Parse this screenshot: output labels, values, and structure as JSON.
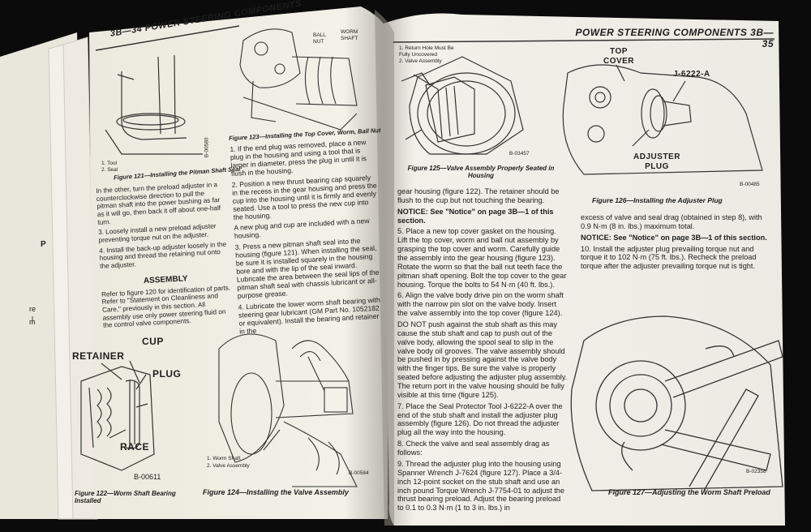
{
  "left_page": {
    "header": "3B—34 POWER STEERING COMPONENTS",
    "fig121_callouts": [
      "1. Tool",
      "2. Seal"
    ],
    "fig121_code": "B-00580",
    "fig121_caption": "Figure 121—Installing the Pitman Shaft Seal",
    "para_cont": "In the other, turn the preload adjuster in a counterclockwise direction to pull the pitman shaft into the power bushing as far as it will go, then back it off about one-half turn.",
    "step3": "3. Loosely install a new preload adjuster preventing torque nut on the adjuster.",
    "step4": "4. Install the back-up adjuster loosely in the housing and thread the retaining nut onto the adjuster.",
    "assembly_heading": "ASSEMBLY",
    "assembly_text": "Refer to figure 120 for identification of parts. Refer to \"Statement on Cleanliness and Care,\" previously in this section. All assembly use only power steering fluid on the control valve components.",
    "fig122_labels": {
      "retainer": "RETAINER",
      "cup": "CUP",
      "plug": "PLUG",
      "race": "RACE"
    },
    "fig122_code": "B-00611",
    "fig122_caption": "Figure 122—Worm Shaft Bearing Installed",
    "fig123_labels": {
      "ball": "BALL NUT",
      "worm": "WORM SHAFT"
    },
    "fig123_caption": "Figure 123—Installing the Top Cover, Worm, Ball Nut",
    "col2_step1": "1. If the end plug was removed, place a new plug in the housing and using a tool that is larger in diameter, press the plug in until it is flush in the housing.",
    "col2_step2": "2. Position a new thrust bearing cap squarely in the recess in the gear housing and press the cup into the housing until it is firmly and evenly seated. Use a tool to press the new cup into the housing.",
    "col2_step2b": "A new plug and cup are included with a new housing.",
    "col2_step3": "3. Press a new pitman shaft seal into the housing (figure 121). When installing the seal, be sure it is installed squarely in the housing bore and with the lip of the seal inward. Lubricate the area between the seal lips of the pitman shaft seal with chassis lubricant or all-purpose grease.",
    "col2_step4": "4. Lubricate the lower worm shaft bearing with steering gear lubricant (GM Part No. 1052182 or equivalent). Install the bearing and retainer in the",
    "fig124_callouts": [
      "1. Worm Shaft",
      "2. Valve Assembly"
    ],
    "fig124_code": "B-00584",
    "fig124_caption": "Figure 124—Installing the Valve Assembly",
    "margin_marks": [
      "P",
      "re",
      "m"
    ]
  },
  "right_page": {
    "header": "POWER STEERING COMPONENTS 3B—35",
    "fig125_callouts": [
      "1. Return Hole Must Be Fully Uncovered",
      "2. Valve Assembly"
    ],
    "fig125_code": "B-03457",
    "fig125_caption": "Figure 125—Valve Assembly Properly Seated in Housing",
    "col1_cont": "gear housing (figure 122). The retainer should be flush to the cup but not touching the bearing.",
    "notice1": "NOTICE: See \"Notice\" on page 3B—1 of this section.",
    "step5": "5. Place a new top cover gasket on the housing. Lift the top cover, worm and ball nut assembly by grasping the top cover and worm. Carefully guide the assembly into the gear housing (figure 123). Rotate the worm so that the ball nut teeth face the pitman shaft opening. Bolt the top cover to the gear housing. Torque the bolts to 54 N·m (40 ft. lbs.).",
    "step6": "6. Align the valve body drive pin on the worm shaft with the narrow pin slot on the valve body. Insert the valve assembly into the top cover (figure 124).",
    "donot": "DO NOT push against the stub shaft as this may cause the stub shaft and cap to push out of the valve body, allowing the spool seal to slip in the valve body oil grooves. The valve assembly should be pushed in by pressing against the valve body with the finger tips. Be sure the valve is properly seated before adjusting the adjuster plug assembly. The return port in the valve housing should be fully visible at this time (figure 125).",
    "step7": "7. Place the Seal Protector Tool J-6222-A over the end of the stub shaft and install the adjuster plug assembly (figure 126). Do not thread the adjuster plug all the way into the housing.",
    "step8": "8. Check the valve and seal assembly drag as follows:",
    "step9": "9. Thread the adjuster plug into the housing using Spanner Wrench J-7624 (figure 127). Place a 3/4-inch 12-point socket on the stub shaft and use an inch pound Torque Wrench J-7754-01 to adjust the thrust bearing preload. Adjust the bearing preload to 0.1 to 0.3 N·m (1 to 3 in. lbs.) in",
    "fig126_labels": {
      "top_cover": "TOP COVER",
      "tool": "J-6222-A",
      "adjuster": "ADJUSTER PLUG"
    },
    "fig126_code": "B-00485",
    "fig126_caption": "Figure 126—Installing the Adjuster Plug",
    "col2_cont": "excess of valve and seal drag (obtained in step 8), with 0.9 N·m (8 in. lbs.) maximum total.",
    "notice2": "NOTICE: See \"Notice\" on page 3B—1 of this section.",
    "step10": "10. Install the adjuster plug prevailing torque nut and torque it to 102 N·m (75 ft. lbs.). Recheck the preload torque after the adjuster prevailing torque nut is tight.",
    "fig127_code": "B-02358",
    "fig127_caption": "Figure 127—Adjusting the Worm Shaft Preload"
  }
}
